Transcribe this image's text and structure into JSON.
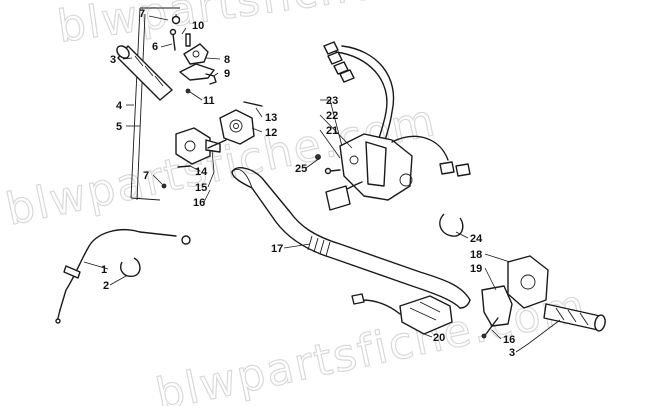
{
  "watermark": {
    "line1": "blwpartsfiche.com",
    "line2": "blwpartsfiche.com",
    "line3": "blwpartsfiche.com"
  },
  "callouts": {
    "c1": "1",
    "c2": "2",
    "c3a": "3",
    "c3b": "3",
    "c4": "4",
    "c5": "5",
    "c6": "6",
    "c7a": "7",
    "c7b": "7",
    "c8": "8",
    "c9": "9",
    "c10": "10",
    "c11": "11",
    "c12": "12",
    "c13": "13",
    "c14": "14",
    "c15": "15",
    "c16a": "16",
    "c16b": "16",
    "c17": "17",
    "c18": "18",
    "c19": "19",
    "c20": "20",
    "c21": "21",
    "c22": "22",
    "c23": "23",
    "c24": "24",
    "c25": "25"
  }
}
